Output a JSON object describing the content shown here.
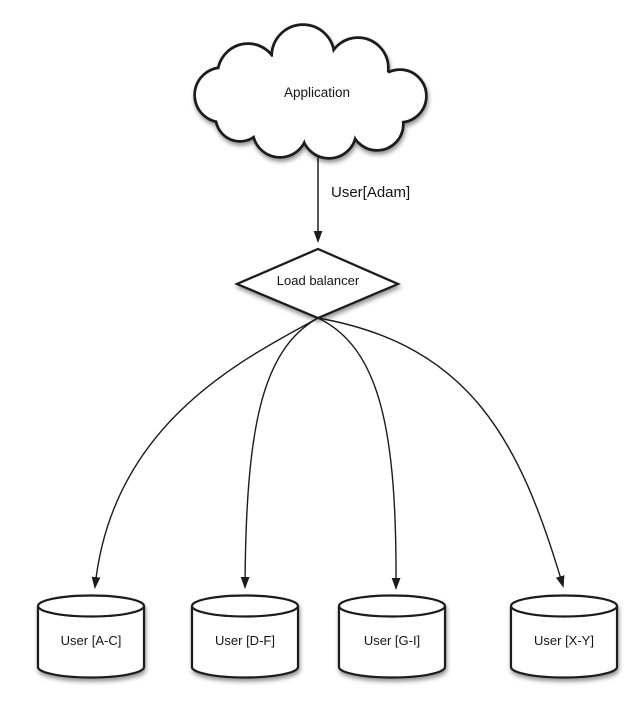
{
  "diagram": {
    "background_color": "#ffffff",
    "stroke_color": "#1c1c1c",
    "application_cloud": {
      "shape": "cloud",
      "label": "Application"
    },
    "request_arrow": {
      "label": "User[Adam]"
    },
    "load_balancer": {
      "shape": "diamond",
      "label": "Load balancer"
    },
    "database_shards": [
      {
        "shape": "cylinder",
        "label": "User [A-C]"
      },
      {
        "shape": "cylinder",
        "label": "User [D-F]"
      },
      {
        "shape": "cylinder",
        "label": "User [G-I]"
      },
      {
        "shape": "cylinder",
        "label": "User [X-Y]"
      }
    ]
  }
}
